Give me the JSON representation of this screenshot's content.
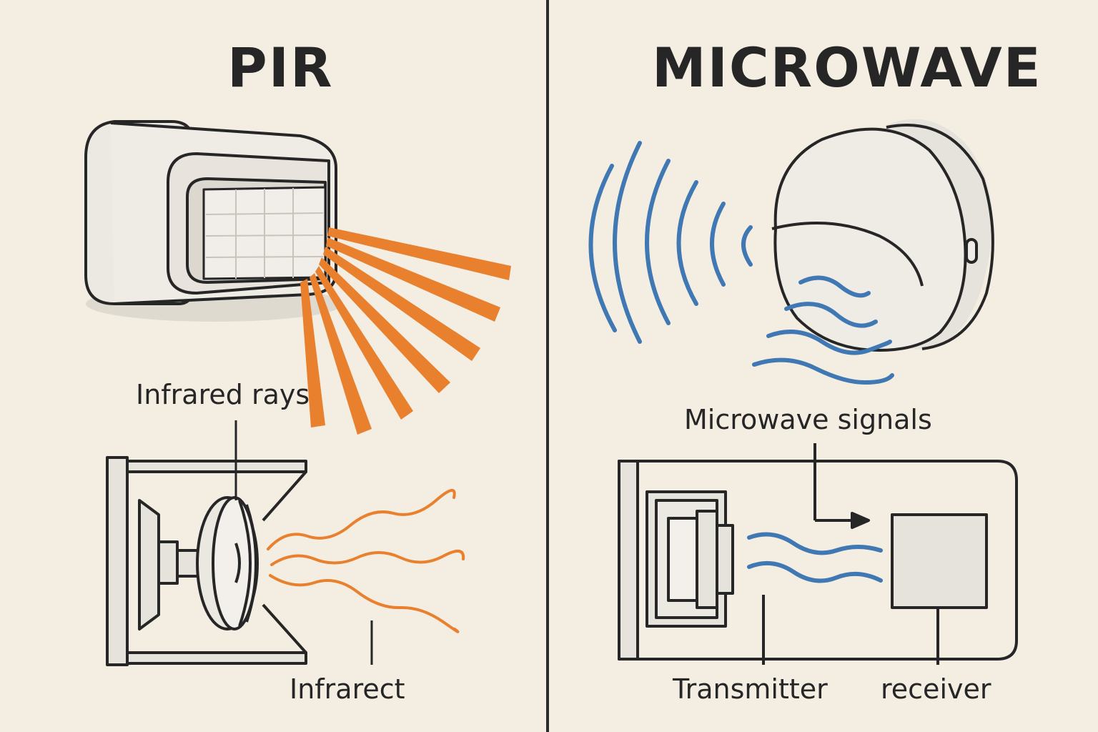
{
  "left_panel": {
    "title": "PIR",
    "label_rays": "Infrared rays",
    "label_infrared": "Infrarect"
  },
  "right_panel": {
    "title": "MICROWAVE",
    "label_signals": "Microwave signals",
    "label_transmitter": "Transmitter",
    "label_receiver": "receiver"
  },
  "colors": {
    "background": "#f3ede2",
    "ink": "#262626",
    "infrared": "#e8802e",
    "microwave": "#3f78b3",
    "device_fill": "#e6e2dc"
  },
  "icons": [
    "pir-sensor-icon",
    "lens-icon",
    "microwave-sensor-icon",
    "circuit-box-icon"
  ]
}
